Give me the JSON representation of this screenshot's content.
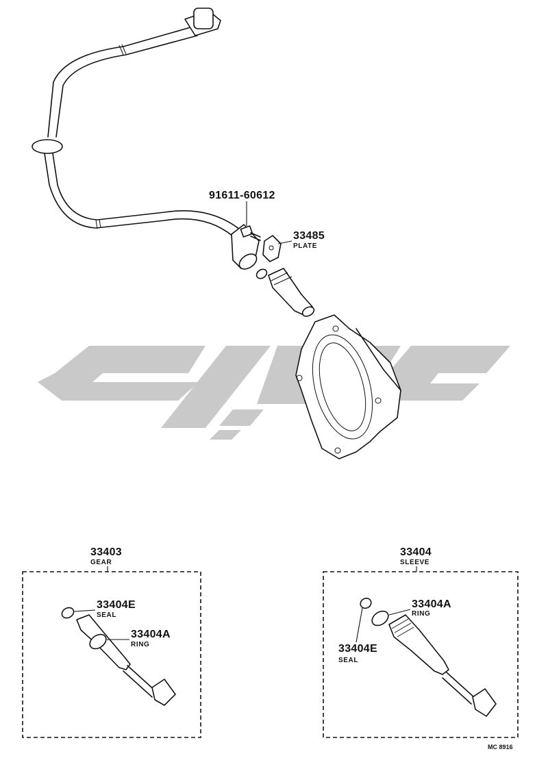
{
  "parts": {
    "bolt": {
      "number": "91611-60612"
    },
    "plate": {
      "number": "33485",
      "name": "PLATE"
    },
    "gear_group": {
      "number": "33403",
      "name": "GEAR"
    },
    "gear_seal": {
      "number": "33404E",
      "name": "SEAL"
    },
    "gear_ring": {
      "number": "33404A",
      "name": "RING"
    },
    "sleeve_group": {
      "number": "33404",
      "name": "SLEEVE"
    },
    "sleeve_ring": {
      "number": "33404A",
      "name": "RING"
    },
    "sleeve_seal": {
      "number": "33404E",
      "name": "SEAL"
    }
  },
  "diagram_code": "MC 8916",
  "colors": {
    "line": "#111111",
    "watermark": "#c9c9c9",
    "background": "#ffffff"
  }
}
